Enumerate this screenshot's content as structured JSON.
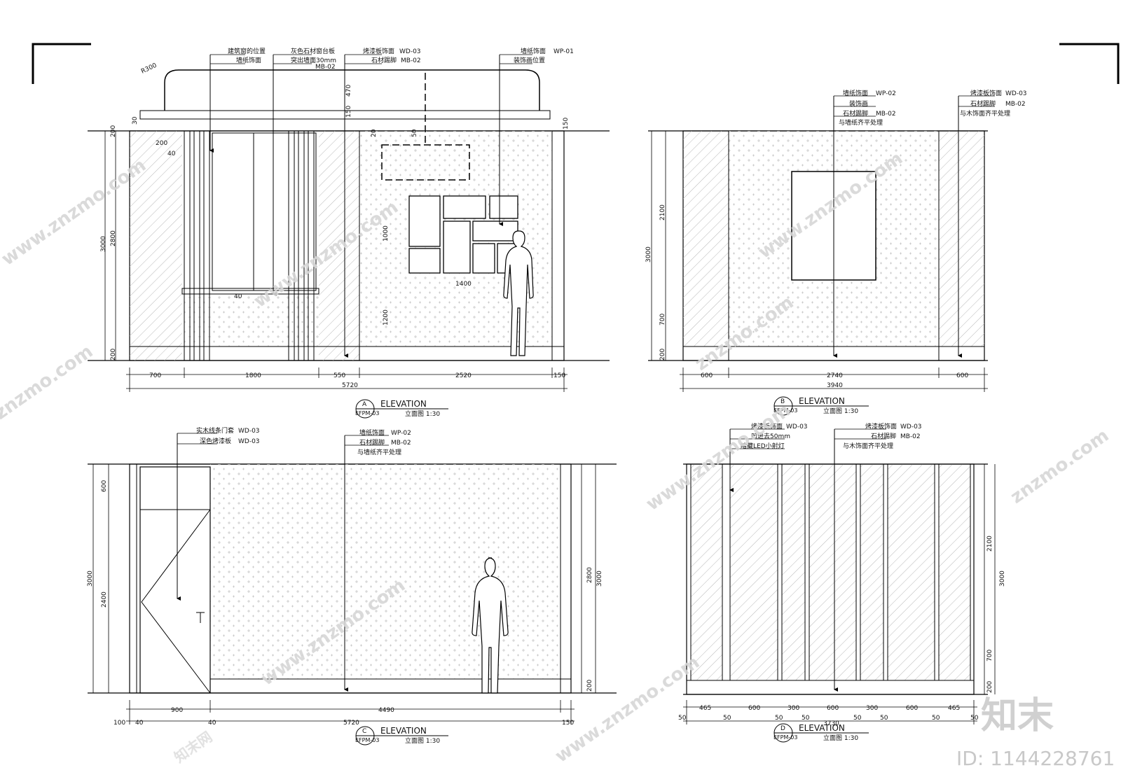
{
  "watermark": {
    "site": "www.znzmo.com",
    "site_short": "znzmo.com",
    "brand_cn": "知末网",
    "logo_text": "知末",
    "id_label": "ID: 1144228761"
  },
  "common": {
    "elevation_word": "ELEVATION",
    "scale_label": "立面图  1:30",
    "sheet_ref": "EFPM-03"
  },
  "elev_a": {
    "tag": "A",
    "callouts_left": [
      "建筑窗的位置",
      "墙纸饰面"
    ],
    "callouts_mid": [
      "灰色石材窗台板",
      "突出墙面30mm"
    ],
    "callouts_mid_codes": [
      "MB-02"
    ],
    "callouts_r1": [
      "烤漆板饰面",
      "石材踢脚"
    ],
    "callouts_r1_codes": [
      "WD-03",
      "MB-02"
    ],
    "callouts_r2": [
      "墙纸饰面",
      "装饰画位置"
    ],
    "callouts_r2_codes": [
      "WP-01"
    ],
    "radius_label": "R300",
    "dims_bottom": [
      "700",
      "1800",
      "550",
      "2520",
      "150"
    ],
    "dim_total": "5720",
    "dims_left": [
      "200",
      "2800",
      "200"
    ],
    "dim_left_total": "3000",
    "dims_top": [
      "30",
      "150",
      "470",
      "150"
    ],
    "dims_misc": [
      "200",
      "40",
      "20",
      "50",
      "40",
      "1000",
      "1200",
      "1400"
    ]
  },
  "elev_b": {
    "tag": "B",
    "callouts_mid": [
      "墙纸饰面",
      "装饰画",
      "石材踢脚",
      "与墙纸齐平处理"
    ],
    "callouts_mid_codes": [
      "WP-02",
      "MB-02"
    ],
    "callouts_right": [
      "烤漆板饰面",
      "石材踢脚",
      "与木饰面齐平处理"
    ],
    "callouts_right_codes": [
      "WD-03",
      "MB-02"
    ],
    "dims_bottom": [
      "600",
      "2740",
      "600"
    ],
    "dim_total": "3940",
    "dims_left": [
      "2100",
      "700",
      "200"
    ],
    "dim_left_total": "3000"
  },
  "elev_c": {
    "tag": "C",
    "callouts_left": [
      "实木线条门套",
      "深色烤漆板"
    ],
    "callouts_left_codes": [
      "WD-03",
      "WD-03"
    ],
    "callouts_mid": [
      "墙纸饰面",
      "石材踢脚",
      "与墙纸齐平处理"
    ],
    "callouts_mid_codes": [
      "WP-02",
      "MB-02"
    ],
    "dims_bottom": [
      "900",
      "4490"
    ],
    "dims_bottom_small": [
      "100",
      "40",
      "40",
      "150"
    ],
    "dim_total": "5720",
    "dims_left": [
      "600",
      "2400"
    ],
    "dim_left_total": "3000",
    "dims_right": [
      "2800",
      "200"
    ],
    "dim_right_total": "3000"
  },
  "elev_d": {
    "tag": "D",
    "callouts_left": [
      "烤漆板饰面",
      "凹进去50mm",
      "暗藏LED小射灯"
    ],
    "callouts_left_codes": [
      "WD-03"
    ],
    "callouts_right": [
      "烤漆板饰面",
      "石材踢脚",
      "与木饰面齐平处理"
    ],
    "callouts_right_codes": [
      "WD-03",
      "MB-02"
    ],
    "dims_bottom": [
      "465",
      "600",
      "300",
      "600",
      "300",
      "600",
      "465"
    ],
    "dims_gaps": [
      "50",
      "50",
      "50",
      "50",
      "50",
      "50",
      "50",
      "50"
    ],
    "dim_total": "3730",
    "dims_right": [
      "2100",
      "700",
      "200"
    ],
    "dim_right_total": "3000"
  }
}
